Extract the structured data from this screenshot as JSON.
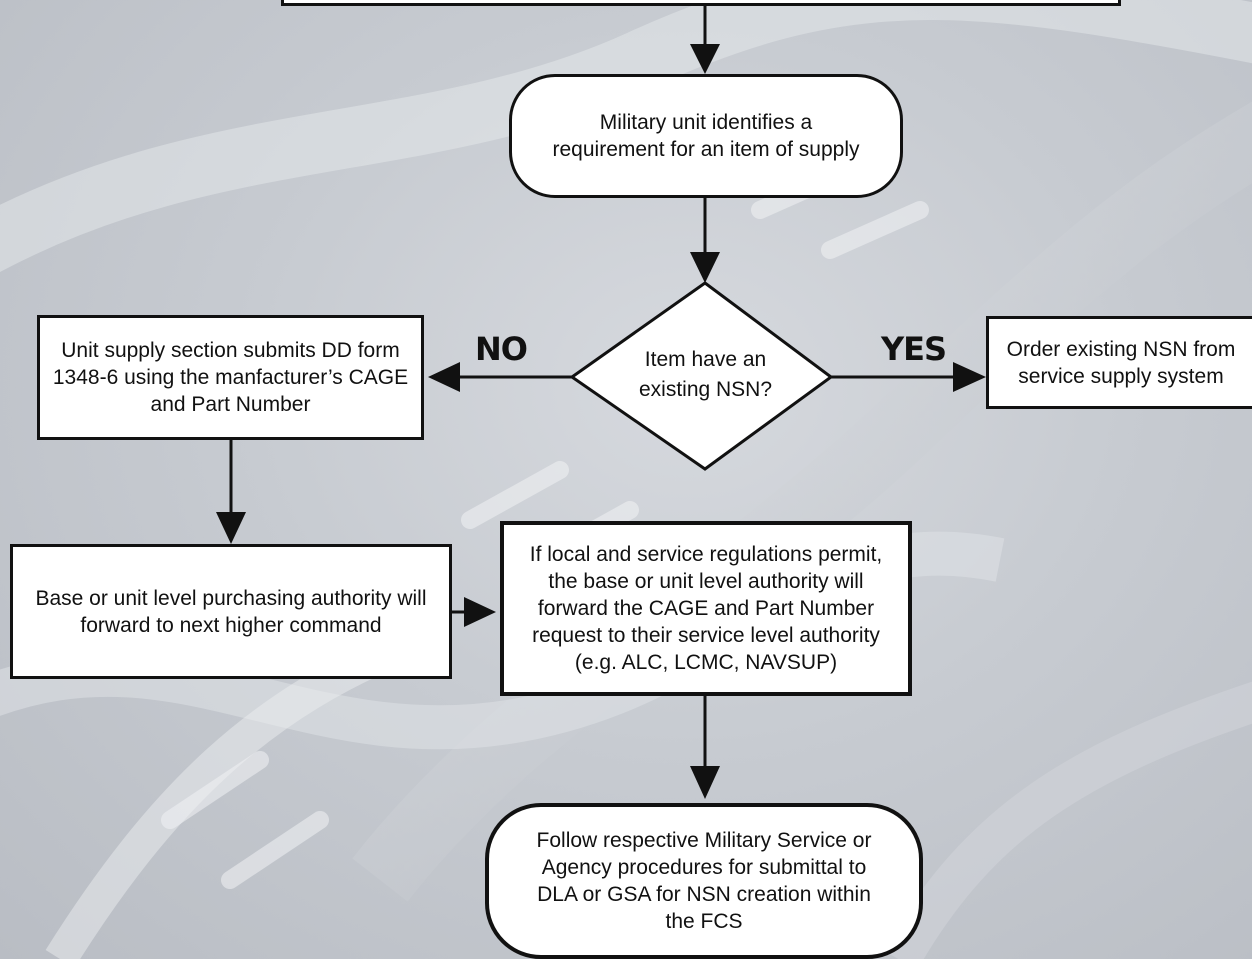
{
  "nodes": {
    "identify": "Military unit identifies a requirement for an item of supply",
    "decision": "Item have an existing NSN?",
    "submit_form": "Unit supply section submits DD form 1348-6 using the manfacturer’s CAGE and Part Number",
    "order_existing": "Order existing NSN from service supply system",
    "forward_command": "Base or unit level purchasing authority will forward to next higher command",
    "forward_service": "If local and service regulations permit, the base or unit level authority will forward the CAGE and Part Number request to their service level authority (e.g. ALC, LCMC, NAVSUP)",
    "follow_procedures": "Follow respective Military Service or Agency procedures for submittal to DLA or GSA for NSN creation within the FCS"
  },
  "labels": {
    "no": "NO",
    "yes": "YES"
  }
}
